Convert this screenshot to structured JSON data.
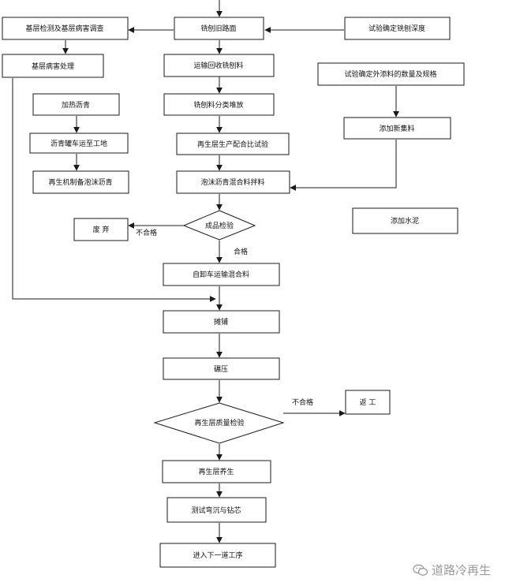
{
  "nodes": {
    "mill_old_road": "铣刨旧路面",
    "base_inspection": "基层检测及基层病害调查",
    "test_milling_depth": "试验确定铣刨深度",
    "base_repair": "基层病害处理",
    "transport_rap": "运输回收铣刨料",
    "test_additive": "试验确定外添料的数量及规格",
    "heat_asphalt": "加热沥青",
    "classify_stack": "铣刨料分类堆放",
    "add_aggregate": "添加新集料",
    "tanker_transport": "沥青罐车运至工地",
    "mix_design": "再生层生产配合比试验",
    "foam_machine": "再生机制备泡沫沥青",
    "foam_mix": "泡沫沥青混合料拌料",
    "add_cement": "添加水泥",
    "waste": "废 弃",
    "product_check": "成品检验",
    "dump_transport": "自卸车运输混合料",
    "paving": "摊铺",
    "compaction": "碾压",
    "rework": "返 工",
    "quality_check": "再生层质量检验",
    "curing": "再生层养生",
    "test_deflection": "测试弯沉与钻芯",
    "next_process": "进入下一道工序"
  },
  "edge_labels": {
    "fail_1": "不合格",
    "pass": "合格",
    "fail_2": "不合格"
  },
  "watermark": {
    "text": "道路冷再生",
    "icon": "wechat-icon"
  }
}
